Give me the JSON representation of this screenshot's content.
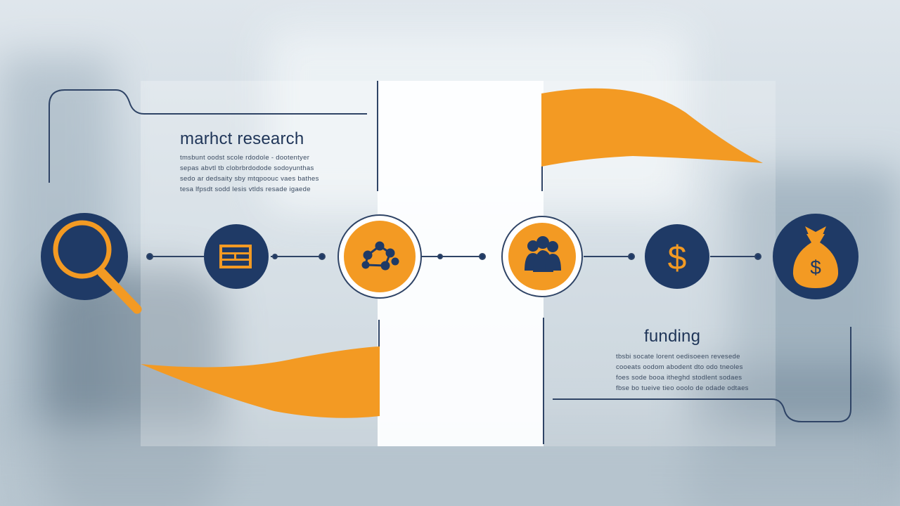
{
  "colors": {
    "navy": "#1f3a66",
    "orange": "#f39a23",
    "white": "#ffffff",
    "line": "#2f4466"
  },
  "sections": {
    "market_research": {
      "title": "marhct research",
      "body": [
        "tmsbunt oodst scole rdodole - dootentyer",
        "sepas abvtl tb clobrbrdodode sodoyunthas",
        "sedo ar dedsaity sby mtqpoouc vaes bathes",
        "tesa lfpsdt sodd lesis vtlds resade igaede"
      ]
    },
    "funding": {
      "title": "funding",
      "body": [
        "tbsbi socate lorent oedisoeen revesede",
        "cooeats oodom abodent dto odo tneoles",
        "foes sode booa itheghd stodlent sodaes",
        "fbse bo tueive tieo ooolo de odade odtaes"
      ]
    },
    "steps": [
      {
        "id": "research",
        "icon": "magnifier-icon"
      },
      {
        "id": "planning",
        "icon": "board-icon"
      },
      {
        "id": "networking",
        "icon": "connections-icon"
      },
      {
        "id": "team",
        "icon": "people-icon"
      },
      {
        "id": "revenue",
        "icon": "dollar-icon"
      },
      {
        "id": "investment",
        "icon": "money-bag-icon"
      }
    ]
  }
}
